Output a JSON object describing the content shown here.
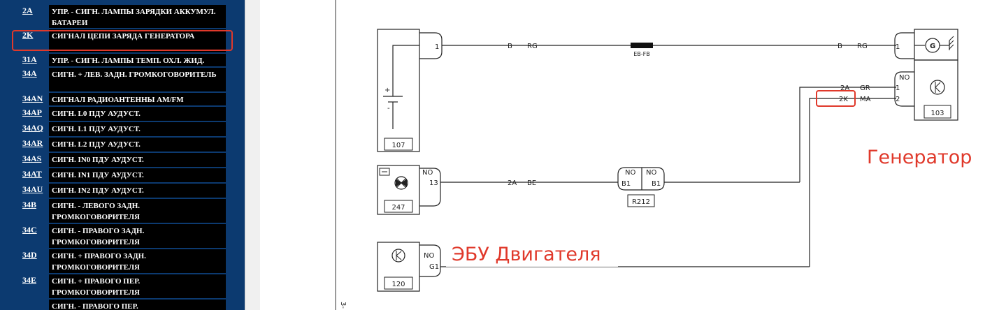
{
  "codes": [
    {
      "code": "2A",
      "desc": "УПР. - СИГН. ЛАМПЫ ЗАРЯДКИ АККУМУЛ. БАТАРЕИ"
    },
    {
      "code": "2K",
      "desc": "СИГНАЛ ЦЕПИ ЗАРЯДА ГЕНЕРАТОРА"
    },
    {
      "code": "31A",
      "desc": "УПР. - СИГН. ЛАМПЫ ТЕМП. ОХЛ. ЖИД."
    },
    {
      "code": "34A",
      "desc": "СИГН. + ЛЕВ. ЗАДН. ГРОМКОГОВОРИТЕЛЬ"
    },
    {
      "code": "34AN",
      "desc": "СИГНАЛ РАДИОАНТЕННЫ AM/FM"
    },
    {
      "code": "34AP",
      "desc": "СИГН. L0 ПДУ АУДУСТ."
    },
    {
      "code": "34AQ",
      "desc": "СИГН. L1 ПДУ АУДУСТ."
    },
    {
      "code": "34AR",
      "desc": "СИГН. L2 ПДУ АУДУСТ."
    },
    {
      "code": "34AS",
      "desc": "СИГН. IN0 ПДУ АУДУСТ."
    },
    {
      "code": "34AT",
      "desc": "СИГН. IN1 ПДУ АУДУСТ."
    },
    {
      "code": "34AU",
      "desc": "СИГН. IN2 ПДУ АУДУСТ."
    },
    {
      "code": "34B",
      "desc": "СИГН. - ЛЕВОГО ЗАДН. ГРОМКОГОВОРИТЕЛЯ"
    },
    {
      "code": "34C",
      "desc": "СИГН. - ПРАВОГО ЗАДН. ГРОМКОГОВОРИТЕЛЯ"
    },
    {
      "code": "34D",
      "desc": "СИГН. + ПРАВОГО ЗАДН. ГРОМКОГОВОРИТЕЛЯ"
    },
    {
      "code": "34E",
      "desc": "СИГН. + ПРАВОГО ПЕР. ГРОМКОГОВОРИТЕЛЯ"
    },
    {
      "code": "",
      "desc": "СИГН. - ПРАВОГО ПЕР."
    }
  ],
  "diagram": {
    "units": {
      "battery": "107",
      "alternator": "103",
      "warning_lamp": "247",
      "ecu": "120",
      "relay": "R212"
    },
    "pins": {
      "battery_1": "1",
      "alt_1": "1",
      "alt_no": "NO",
      "alt_pin1": "1",
      "alt_pin2": "2",
      "lamp_no": "NO",
      "lamp_13": "13",
      "relay_no_left": "NO",
      "relay_b1_left": "B1",
      "relay_no_right": "NO",
      "relay_b1_right": "B1",
      "ecu_no": "NO",
      "ecu_g1": "G1"
    },
    "wires": {
      "top_left": "B",
      "top_left_color": "RG",
      "fuse": "EB-FB",
      "top_right": "B",
      "top_right_color": "RG",
      "w2a": "2A",
      "w2a_color": "GR",
      "w2k": "2K",
      "w2k_color": "MA",
      "lamp_wire": "2A",
      "lamp_wire_color": "BE"
    },
    "battery_plus": "+",
    "battery_minus": "-",
    "page_marker": "3-",
    "annotation_alternator": "Генератор",
    "annotation_ecu": "ЭБУ Двигателя"
  },
  "colors": {
    "panel": "#0c3a70",
    "row": "#000000",
    "highlight": "#e0392b"
  }
}
